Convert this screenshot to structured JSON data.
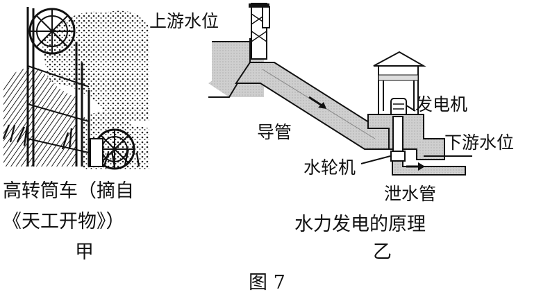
{
  "left_figure": {
    "caption_line1": "高转筒车（摘自",
    "caption_line2": "《天工开物》）",
    "tag": "甲"
  },
  "right_figure": {
    "labels": {
      "upstream": "上游水位",
      "generator": "发电机",
      "penstock": "导管",
      "downstream": "下游水位",
      "turbine": "水轮机",
      "tailrace": "泄水管"
    },
    "caption": "水力发电的原理",
    "tag": "乙"
  },
  "figure_caption": "图 7"
}
